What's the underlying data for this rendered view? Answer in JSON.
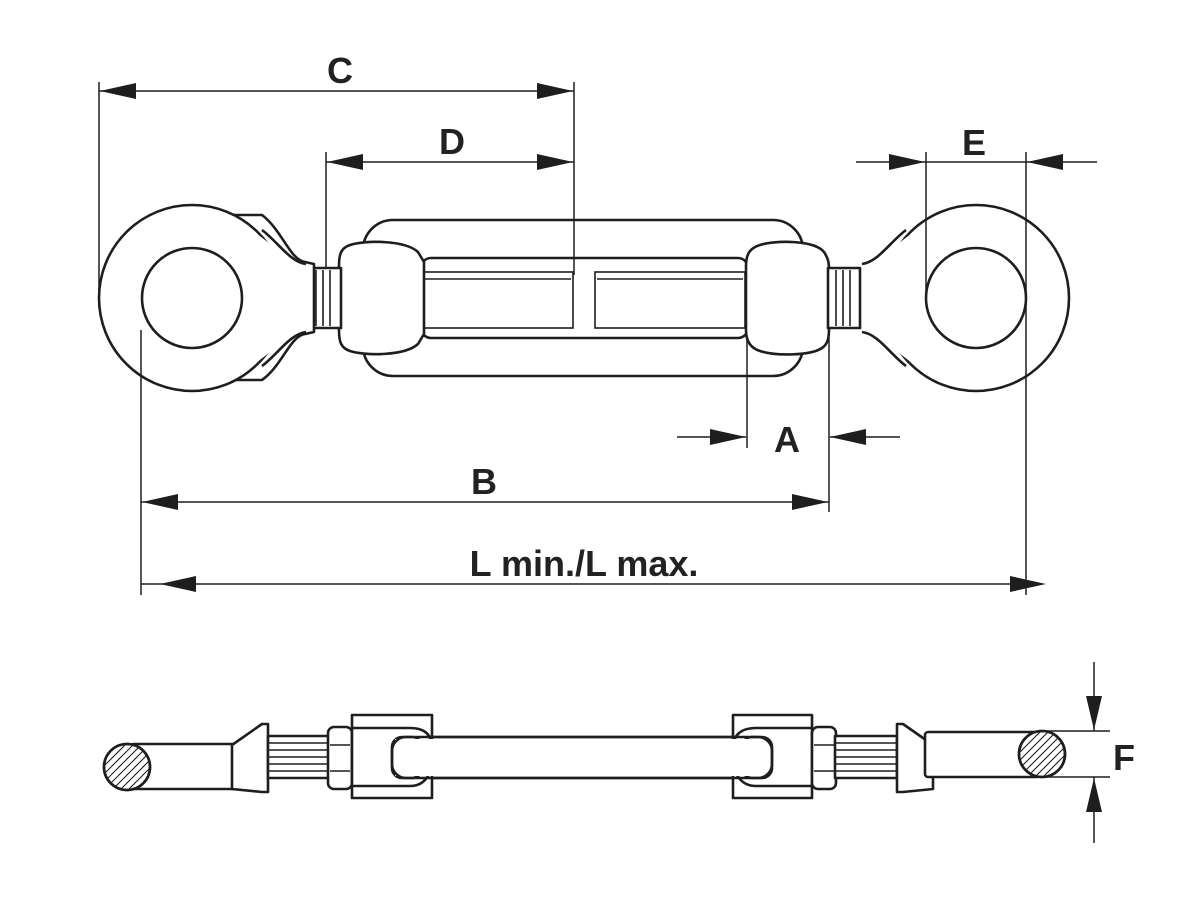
{
  "labels": {
    "A": "A",
    "B": "B",
    "C": "C",
    "D": "D",
    "E": "E",
    "F": "F",
    "L": "L min./L max."
  },
  "colors": {
    "line": "#1e1e1e",
    "text": "#222222",
    "background": "#ffffff"
  }
}
